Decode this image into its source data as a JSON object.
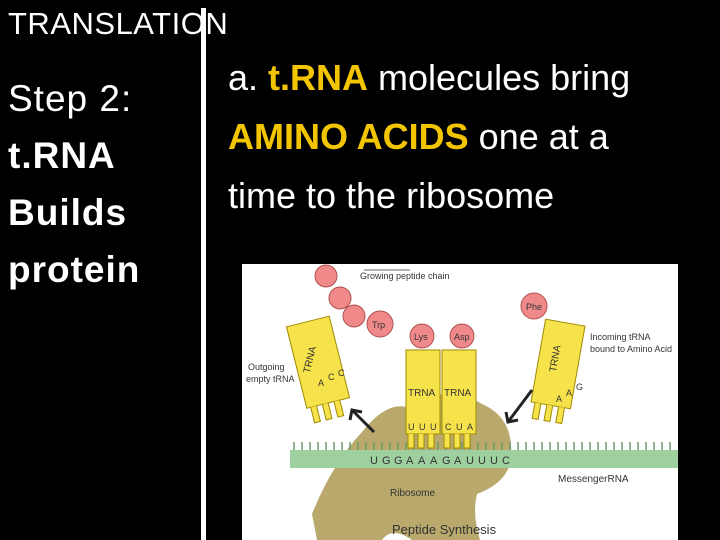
{
  "heading": "TRANSLATION",
  "left": {
    "line1": "Step 2:",
    "line2": "t.RNA",
    "line3": "Builds",
    "line4": "protein"
  },
  "right": {
    "prefix": "a. ",
    "highlight1": "t.RNA",
    "text1": " molecules bring",
    "highlight2": "AMINO ACIDS",
    "text2": " one at a",
    "text3": "time to the ribosome"
  },
  "figure": {
    "growing_chain": "Growing peptide chain",
    "amino": {
      "trp": "Trp",
      "lys": "Lys",
      "asp": "Asp",
      "phe": "Phe"
    },
    "trna_label": "TRNA",
    "outgoing_line1": "Outgoing",
    "outgoing_line2": "empty tRNA",
    "incoming_line1": "Incoming tRNA",
    "incoming_line2": "bound to Amino Acid",
    "anticodon_out": [
      "A",
      "C",
      "C"
    ],
    "anticodon_left": [
      "U",
      "U",
      "U"
    ],
    "anticodon_mid": [
      "C",
      "U",
      "A"
    ],
    "anticodon_in": [
      "A",
      "A",
      "G"
    ],
    "mrna_codons": [
      "U",
      "G",
      "G",
      "A",
      "A",
      "A",
      "G",
      "A",
      "U",
      "U",
      "U",
      "C"
    ],
    "messenger_rna": "MessengerRNA",
    "ribosome": "Ribosome",
    "caption": "Peptide Synthesis"
  },
  "colors": {
    "highlight": "#f2c500",
    "trna": "#f6e24a",
    "ribosome": "#b1a05c",
    "mrna": "#9fd0a0",
    "amino": "#f08a8a"
  }
}
